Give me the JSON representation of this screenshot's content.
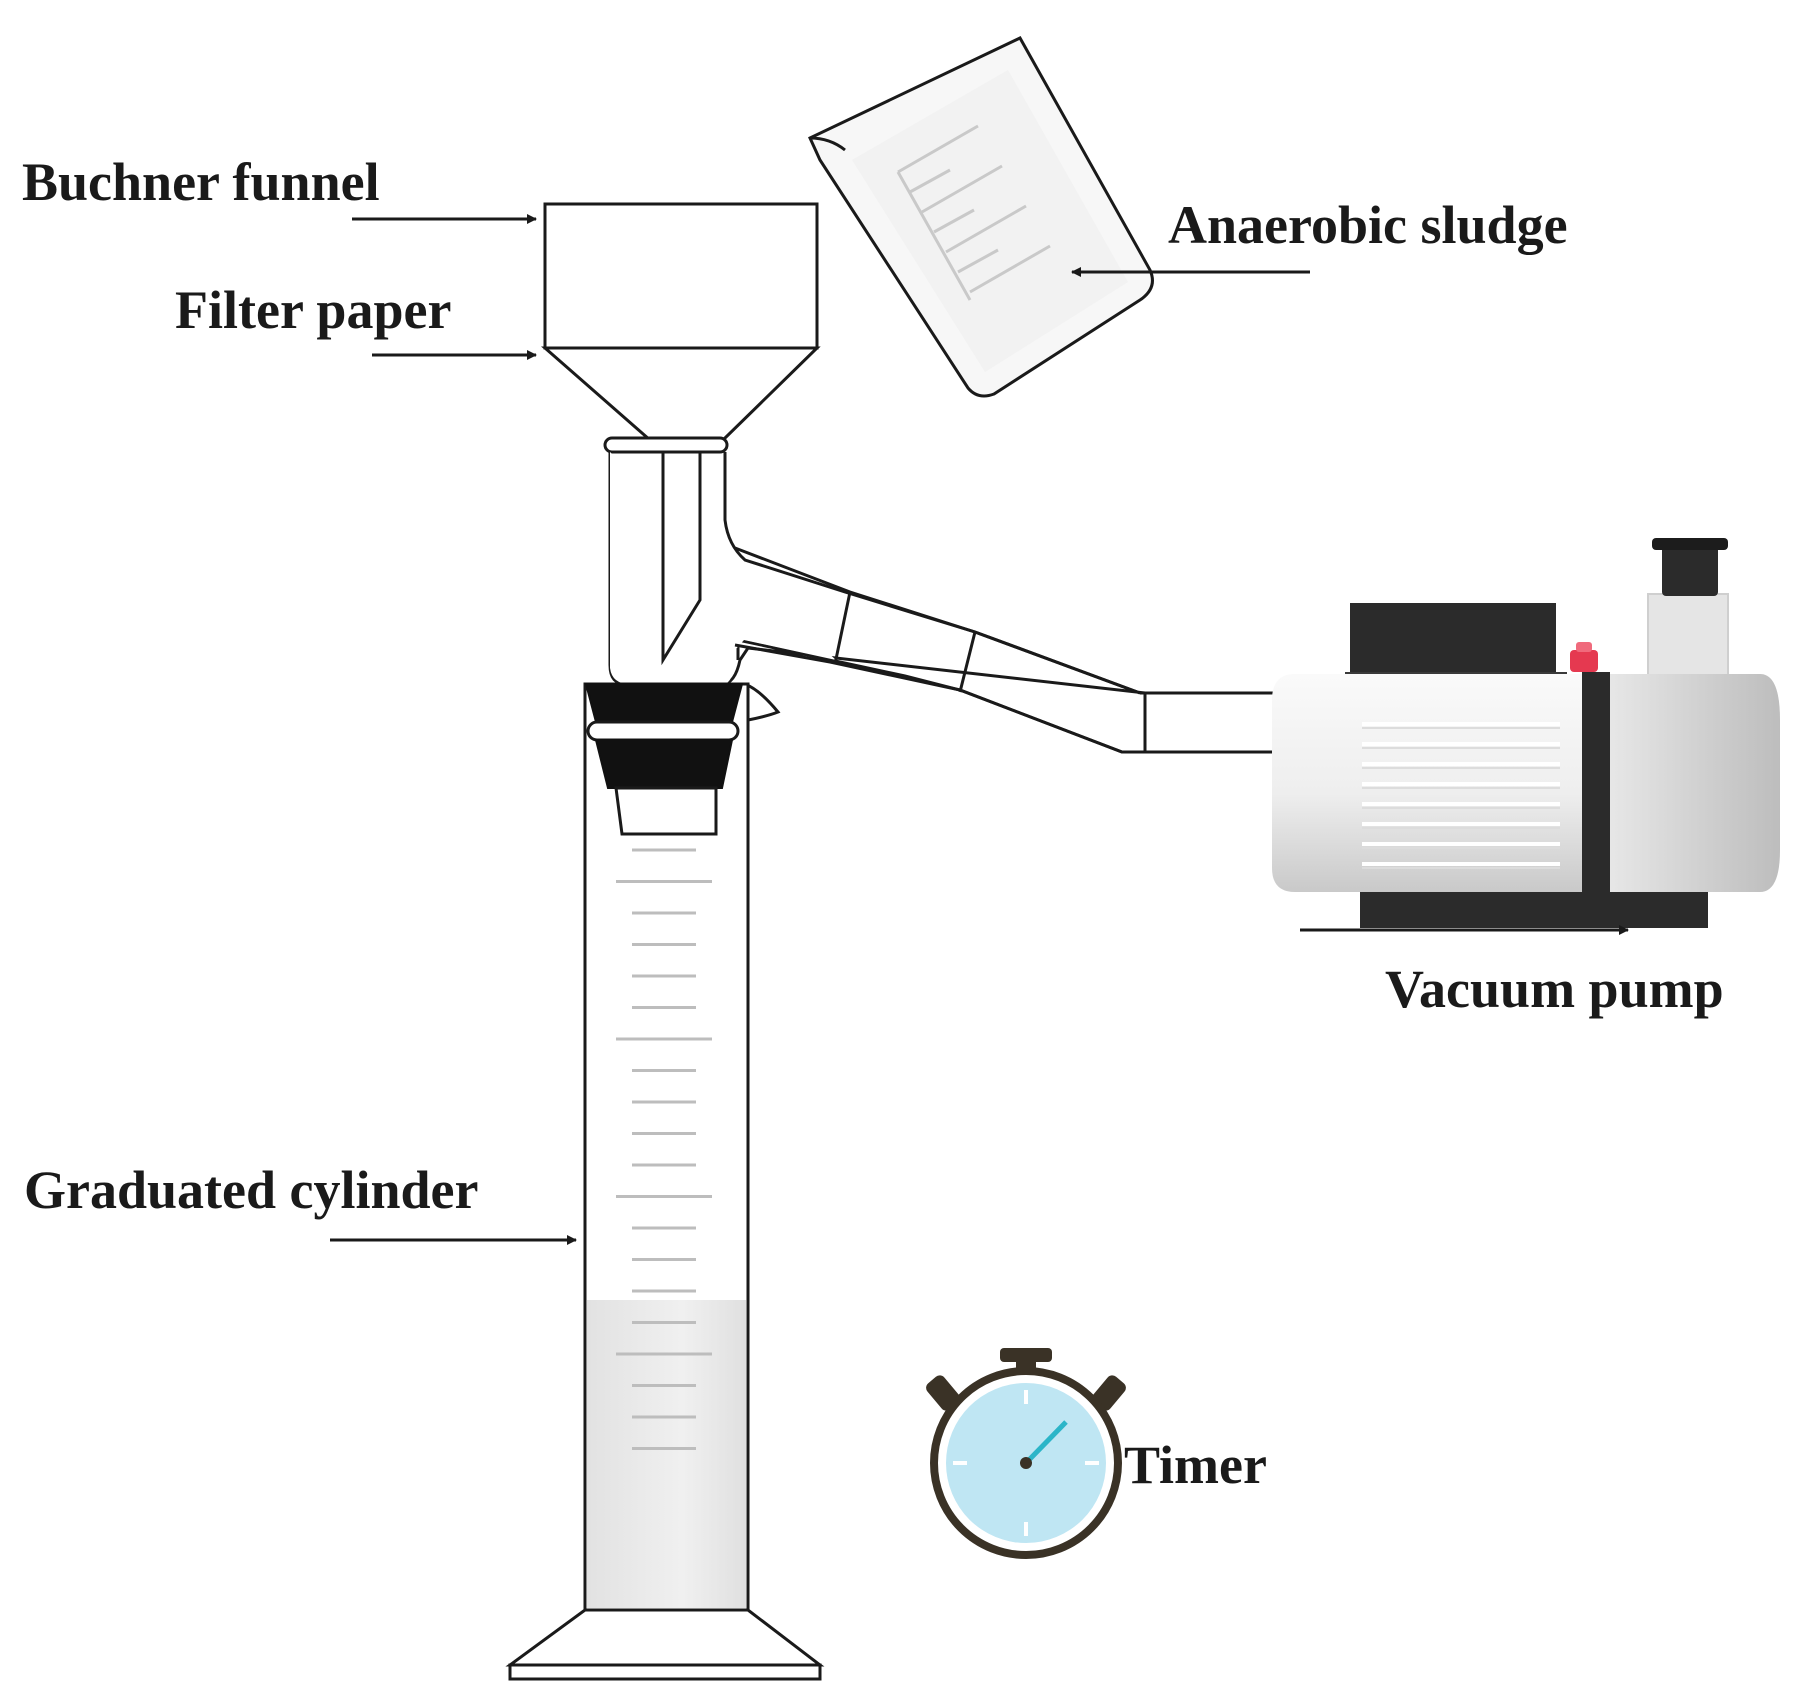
{
  "labels": {
    "buchner_funnel": "Buchner funnel",
    "filter_paper": "Filter paper",
    "anaerobic_sludge": "Anaerobic sludge",
    "vacuum_pump": "Vacuum pump",
    "graduated_cylinder": "Graduated cylinder",
    "timer": "Timer"
  },
  "colors": {
    "line": "#1a1a1a",
    "glass_fill": "#ffffff",
    "graduation": "#bdbdbd",
    "stopper": "#111111",
    "pump_body_light": "#f2f2f2",
    "pump_body_shade": "#cfcfcf",
    "pump_dark": "#2b2b2b",
    "pump_red": "#e53950",
    "timer_face": "#bfe6f3",
    "timer_ring": "#3a3226",
    "timer_hand": "#2bb5c8"
  },
  "icons": {
    "timer": "stopwatch-icon",
    "pump": "vacuum-pump-icon",
    "beaker": "beaker-icon"
  }
}
